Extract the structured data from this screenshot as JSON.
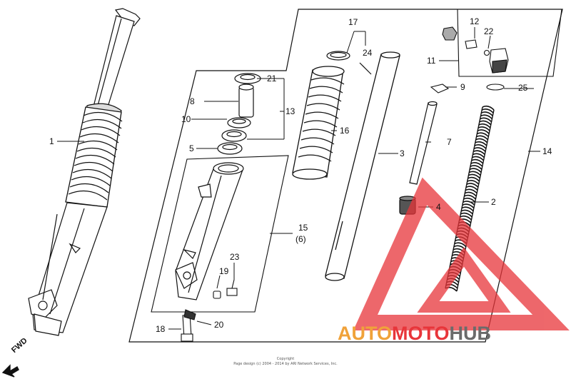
{
  "diagram": {
    "labels": {
      "p1": "1",
      "p2": "2",
      "p3": "3",
      "p4": "4",
      "p5": "5",
      "p6": "(6)",
      "p7": "7",
      "p8": "8",
      "p9": "9",
      "p10": "10",
      "p11": "11",
      "p12": "12",
      "p13": "13",
      "p14": "14",
      "p15": "15",
      "p16": "16",
      "p17": "17",
      "p18": "18",
      "p19": "19",
      "p20": "20",
      "p21": "21",
      "p22": "22",
      "p23": "23",
      "p24": "24",
      "p25": "25"
    },
    "fwd": "FWD",
    "copyright_line1": "Copyright",
    "copyright_line2": "Page design (c) 2004 - 2014 by ARI Network Services, Inc."
  },
  "watermark": {
    "auto": "AUTO",
    "moto": "MOTO",
    "hub": "HUB",
    "colors": {
      "triangle": "#e8353a",
      "auto": "#f0a23a",
      "moto": "#e8353a",
      "hub": "#6b6b6b"
    }
  }
}
